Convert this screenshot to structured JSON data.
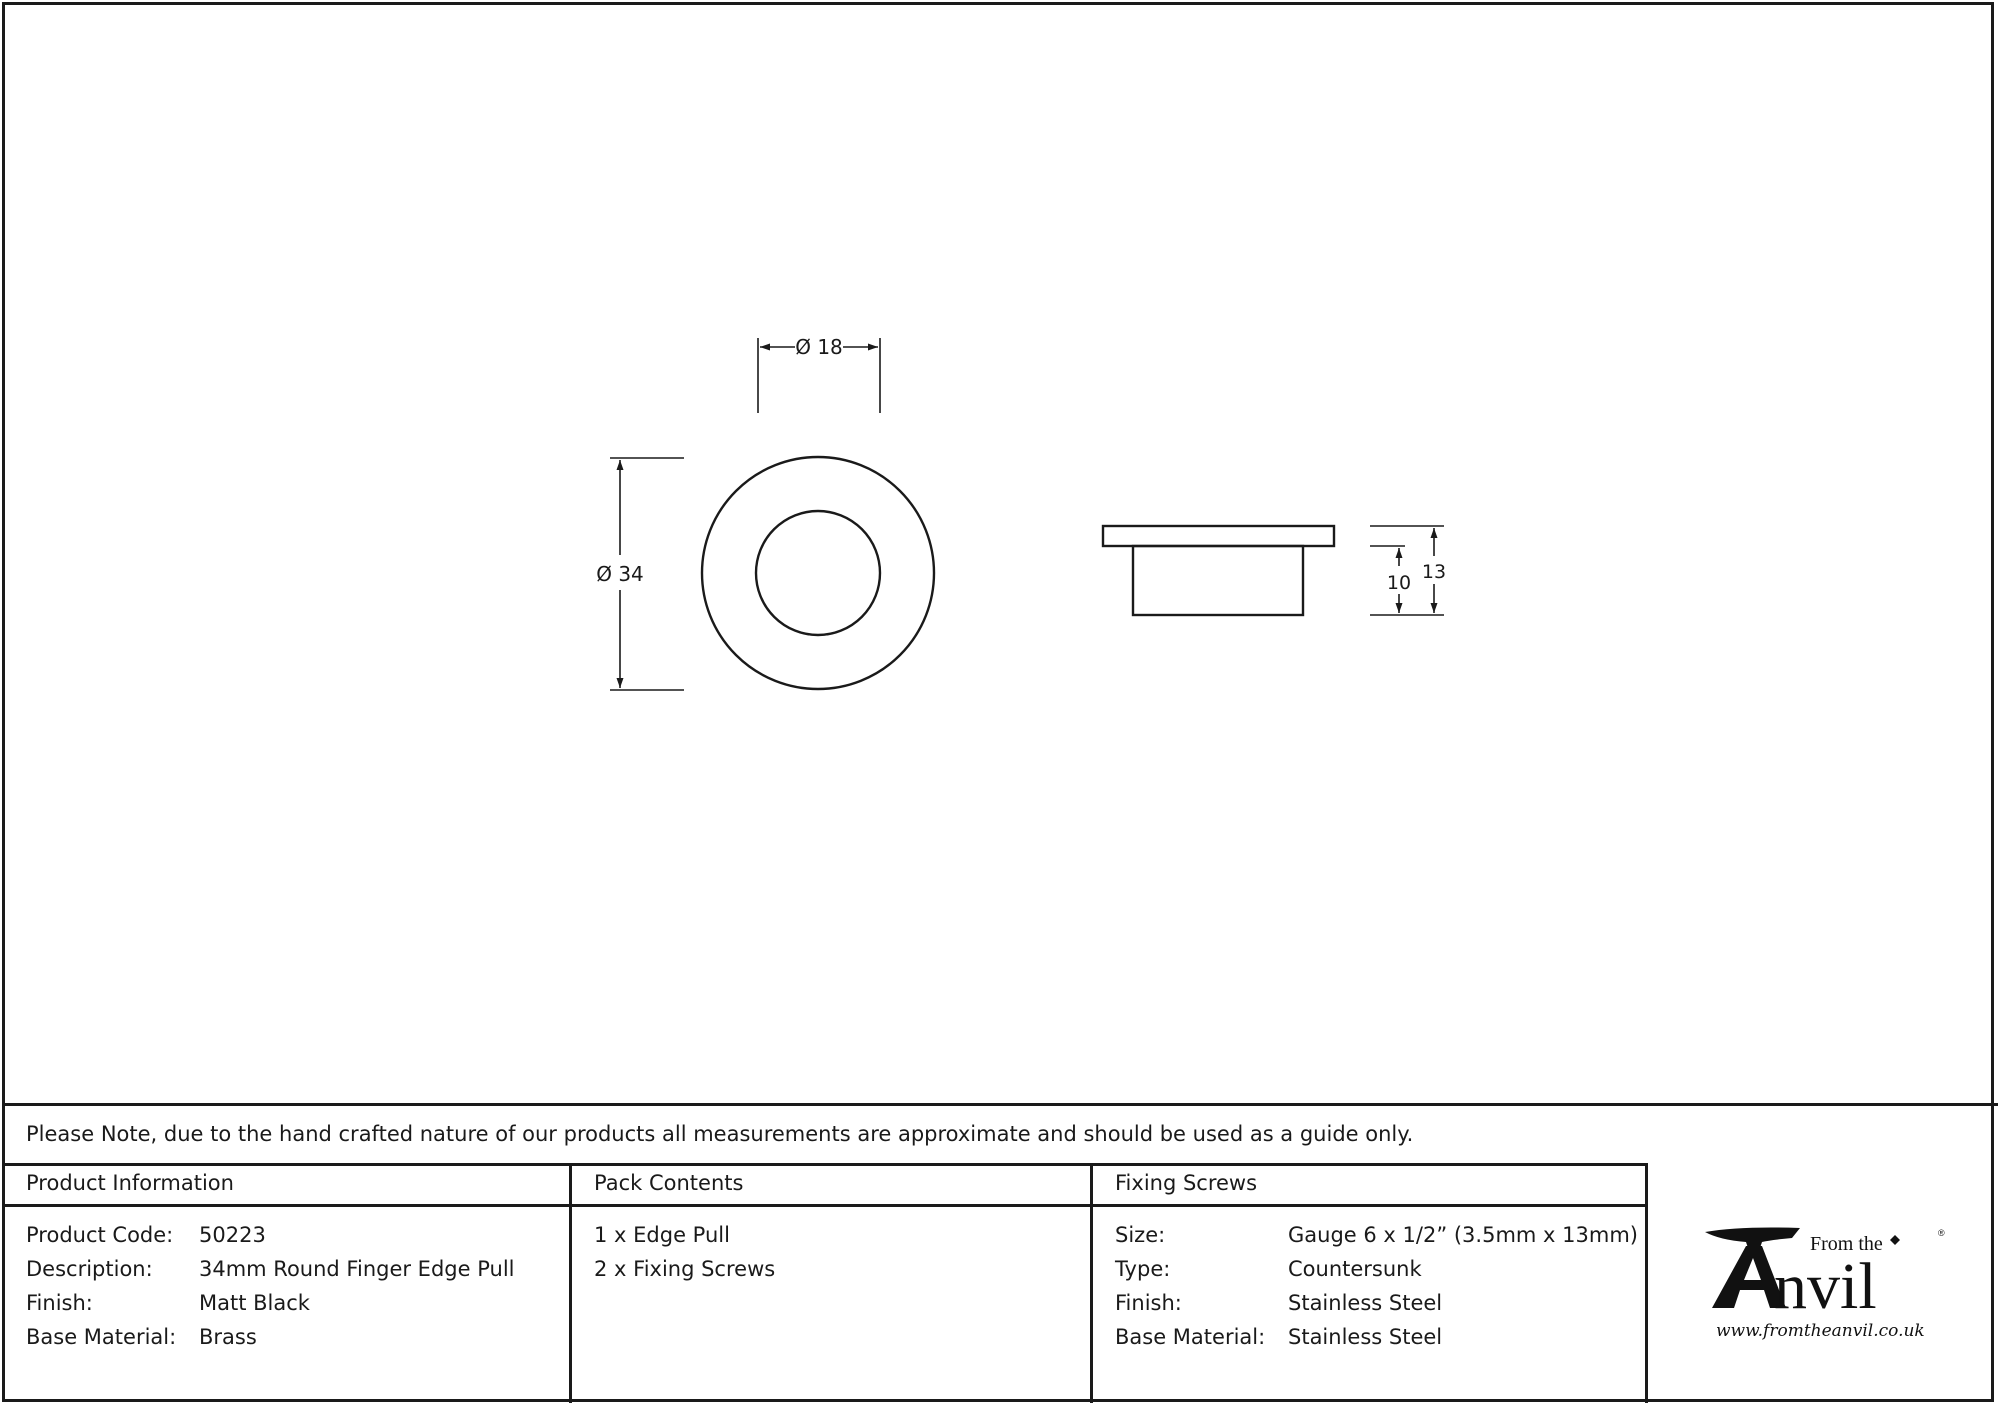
{
  "drawing": {
    "front_view": {
      "outer_diameter_label": "Ø 34",
      "inner_diameter_label": "Ø 18"
    },
    "side_view": {
      "body_height_label": "10",
      "total_height_label": "13"
    }
  },
  "note": "Please Note, due to the hand crafted nature of our products all measurements are approximate and should be used as a guide only.",
  "product_information": {
    "header": "Product Information",
    "rows": [
      {
        "label": "Product Code:",
        "value": "50223"
      },
      {
        "label": "Description:",
        "value": "34mm Round Finger Edge Pull"
      },
      {
        "label": "Finish:",
        "value": "Matt Black"
      },
      {
        "label": "Base Material:",
        "value": "Brass"
      }
    ]
  },
  "pack_contents": {
    "header": "Pack Contents",
    "items": [
      "1 x Edge Pull",
      "2 x Fixing Screws"
    ]
  },
  "fixing_screws": {
    "header": "Fixing Screws",
    "rows": [
      {
        "label": "Size:",
        "value": "Gauge 6 x 1/2” (3.5mm x 13mm)"
      },
      {
        "label": "Type:",
        "value": "Countersunk"
      },
      {
        "label": "Finish:",
        "value": "Stainless Steel"
      },
      {
        "label": "Base Material:",
        "value": "Stainless Steel"
      }
    ]
  },
  "logo": {
    "from_the": "From the",
    "anvil": "Anvil",
    "registered": "®",
    "url": "www.fromtheanvil.co.uk"
  }
}
